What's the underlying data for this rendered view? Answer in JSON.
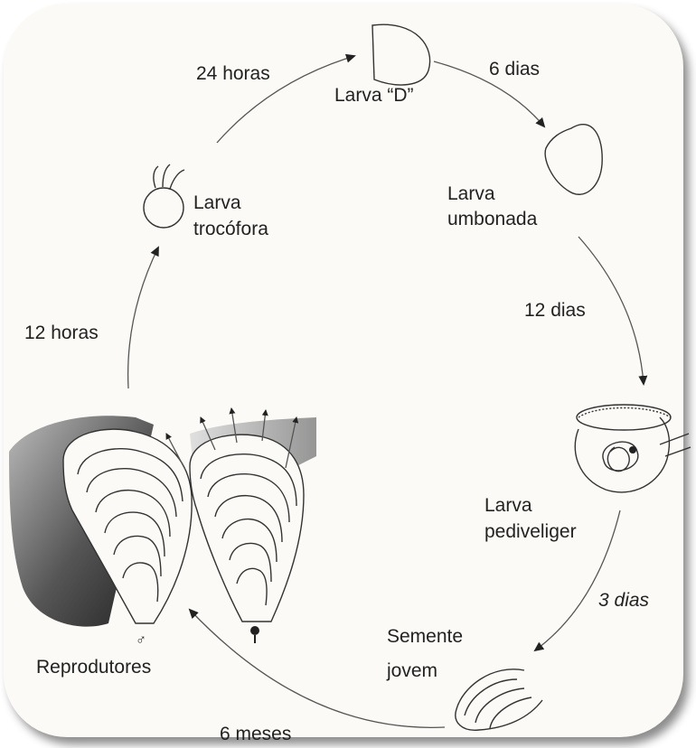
{
  "stages": {
    "larva_d": "Larva “D”",
    "larva_umbonada_1": "Larva",
    "larva_umbonada_2": "umbonada",
    "larva_pediveliger_1": "Larva",
    "larva_pediveliger_2": "pediveliger",
    "semente_1": "Semente",
    "semente_2": "jovem",
    "reprodutores": "Reprodutores",
    "male_symbol": "♂",
    "larva_trocofora_1": "Larva",
    "larva_trocofora_2": "trocófora"
  },
  "durations": {
    "to_larva_d": "24 horas",
    "to_umbonada": "6 dias",
    "to_pediveliger": "12 dias",
    "to_semente": "3 dias",
    "to_reprodutores": "6 meses",
    "to_trocofora": "12 horas"
  }
}
